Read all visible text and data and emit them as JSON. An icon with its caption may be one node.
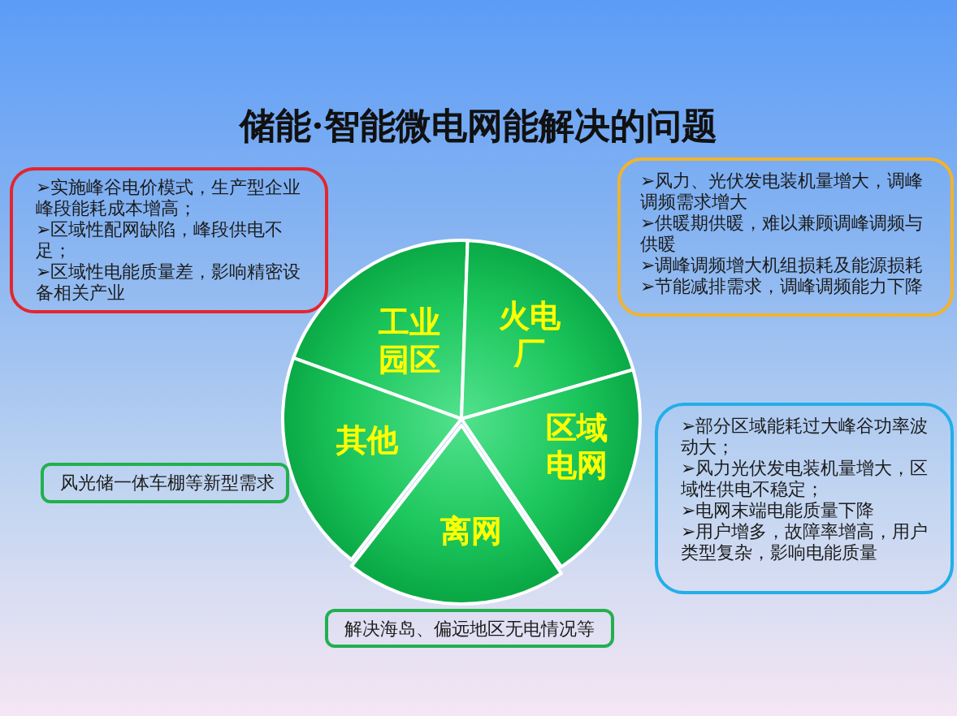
{
  "diagram": {
    "title": "储能·智能微电网能解决的问题",
    "nodes": [
      {
        "text": [
          "➢实施峰谷电价模式，生产型企业峰段能耗成本增高；",
          "➢区域性配网缺陷，峰段供电不足；",
          "➢区域性电能质量差，影响精密设备相关产业"
        ]
      },
      {
        "text": [
          "➢风力、光伏发电装机量增大，调峰调频需求增大",
          "➢供暖期供暖，难以兼顾调峰调频与供暖",
          "➢调峰调频增大机组损耗及能源损耗",
          "➢节能减排需求，调峰调频能力下降"
        ]
      },
      {
        "text": [
          "工业园区"
        ]
      },
      {
        "text": [
          "火电厂"
        ]
      },
      {
        "text": [
          "其他"
        ]
      },
      {
        "text": [
          "区域电网"
        ]
      },
      {
        "text": [
          "➢部分区域能耗过大峰谷功率波动大；",
          "➢风力光伏发电装机量增大，区域性供电不稳定；",
          "➢电网末端电能质量下降",
          "➢用户增多，故障率增高，用户类型复杂，影响电能质量"
        ]
      },
      {
        "text": [
          "风光储一体车棚等新型需求"
        ]
      },
      {
        "text": [
          "离网"
        ]
      },
      {
        "text": [
          "解决海岛、偏远地区无电情况等"
        ]
      }
    ]
  }
}
